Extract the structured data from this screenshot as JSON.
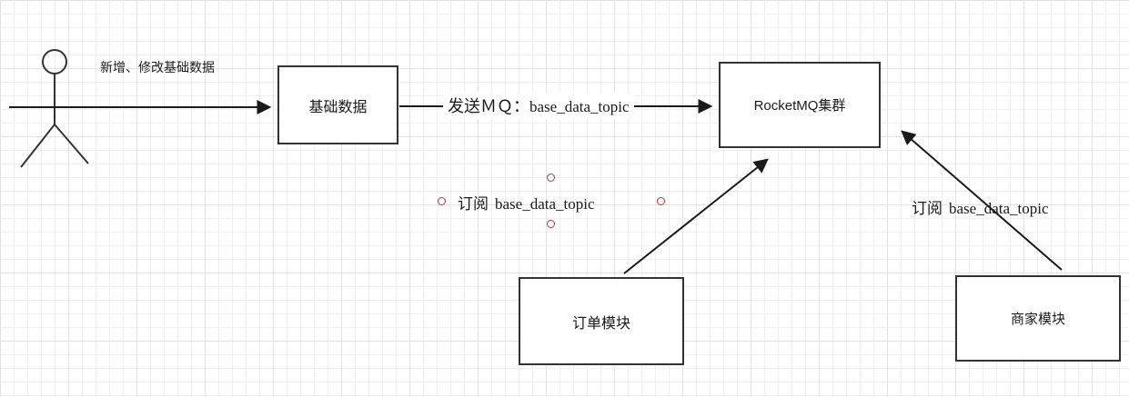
{
  "diagram": {
    "nodes": {
      "base_data": {
        "label": "基础数据"
      },
      "rocketmq": {
        "label": "RocketMQ集群"
      },
      "order_module": {
        "label": "订单模块"
      },
      "merchant_module": {
        "label": "商家模块"
      }
    },
    "edges": {
      "actor_to_base": {
        "label": "新增、修改基础数据"
      },
      "base_to_mq": {
        "action": "发送ＭＱ：",
        "topic": "base_data_topic"
      },
      "order_to_mq": {
        "action": "订阅",
        "topic": "base_data_topic"
      },
      "merchant_to_mq": {
        "action": "订阅",
        "topic": "base_data_topic"
      }
    },
    "icons": {
      "actor": "stick-figure-icon"
    },
    "colors": {
      "node_border": "#333333",
      "arrow": "#1a1a1a",
      "selection_handle": "#b03a2e",
      "grid_line": "#e9e9e9",
      "background": "#ffffff"
    }
  }
}
